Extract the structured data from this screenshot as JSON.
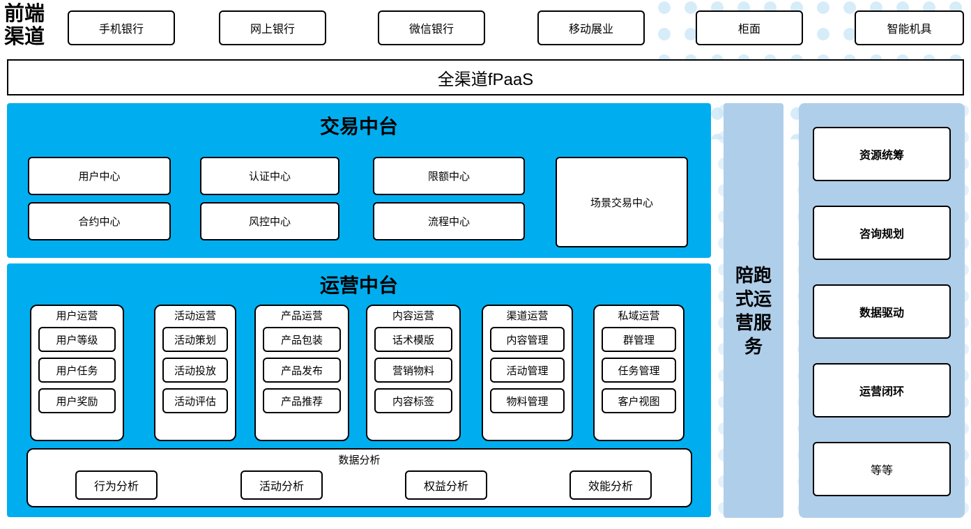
{
  "front_end": {
    "label_lines": [
      "前端",
      "渠道"
    ],
    "channels": [
      {
        "label": "手机银行"
      },
      {
        "label": "网上银行"
      },
      {
        "label": "微信银行"
      },
      {
        "label": "移动展业"
      },
      {
        "label": "柜面"
      },
      {
        "label": "智能机具"
      }
    ]
  },
  "fpaas": {
    "label": "全渠道fPaaS"
  },
  "trade_center": {
    "title": "交易中台",
    "boxes": [
      {
        "label": "用户中心"
      },
      {
        "label": "认证中心"
      },
      {
        "label": "限额中心"
      },
      {
        "label": "合约中心"
      },
      {
        "label": "风控中心"
      },
      {
        "label": "流程中心"
      },
      {
        "label": "场景交易中心"
      }
    ]
  },
  "ops_center": {
    "title": "运营中台",
    "columns": [
      {
        "title": "用户运营",
        "items": [
          "用户等级",
          "用户任务",
          "用户奖励"
        ]
      },
      {
        "title": "活动运营",
        "items": [
          "活动策划",
          "活动投放",
          "活动评估"
        ]
      },
      {
        "title": "产品运营",
        "items": [
          "产品包装",
          "产品发布",
          "产品推荐"
        ]
      },
      {
        "title": "内容运营",
        "items": [
          "话术模版",
          "营销物料",
          "内容标签"
        ]
      },
      {
        "title": "渠道运营",
        "items": [
          "内容管理",
          "活动管理",
          "物料管理"
        ]
      },
      {
        "title": "私域运营",
        "items": [
          "群管理",
          "任务管理",
          "客户视图"
        ]
      }
    ],
    "data_analysis": {
      "title": "数据分析",
      "items": [
        "行为分析",
        "活动分析",
        "权益分析",
        "效能分析"
      ]
    }
  },
  "service_bar": {
    "label": "陪跑式运营服务"
  },
  "capabilities": {
    "boxes": [
      {
        "label": "资源统筹",
        "bold": true
      },
      {
        "label": "咨询规划",
        "bold": true
      },
      {
        "label": "数据驱动",
        "bold": true
      },
      {
        "label": "运营闭环",
        "bold": true
      },
      {
        "label": "等等",
        "bold": false
      }
    ]
  },
  "colors": {
    "panel_blue": "#00AEEF",
    "service_blue": "#AFCEEA",
    "dot_blue": "#D6ECF8",
    "border": "#000000",
    "background": "#FFFFFF"
  }
}
